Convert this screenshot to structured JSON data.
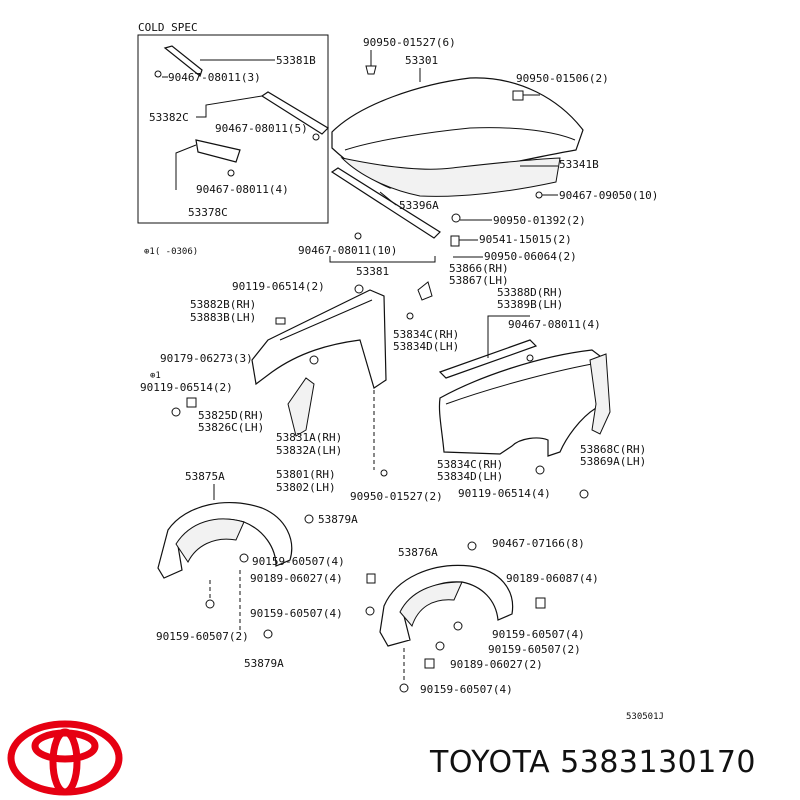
{
  "diagram": {
    "inset_title": "COLD SPEC",
    "note_range": "⊕1(      -0306)",
    "drawing_code": "530501J",
    "labels": {
      "p53381B": "53381B",
      "p90467_08011_3": "90467-08011(3)",
      "p53382C": "53382C",
      "p90467_08011_5": "90467-08011(5)",
      "p90467_08011_4a": "90467-08011(4)",
      "p53378C": "53378C",
      "p90950_01527_6": "90950-01527(6)",
      "p53301": "53301",
      "p90950_01506_2": "90950-01506(2)",
      "p53341B": "53341B",
      "p90467_09050_10": "90467-09050(10)",
      "p53396A": "53396A",
      "p90950_01392_2": "90950-01392(2)",
      "p90467_08011_10": "90467-08011(10)",
      "p90541_15015_2": "90541-15015(2)",
      "p90950_06064_2": "90950-06064(2)",
      "p53381": "53381",
      "p53866_rh": "53866(RH)",
      "p53867_lh": "53867(LH)",
      "p90119_06514_2a": "90119-06514(2)",
      "p53388D_rh": "53388D(RH)",
      "p53389B_lh": "53389B(LH)",
      "p53882B_rh": "53882B(RH)",
      "p53883B_lh": "53883B(LH)",
      "p90467_08011_4b": "90467-08011(4)",
      "p53834C_rh_a": "53834C(RH)",
      "p53834D_lh_a": "53834D(LH)",
      "p90179_06273_3": "90179-06273(3)",
      "note_mark": "⊕1",
      "p90119_06514_2b": "90119-06514(2)",
      "p53825D_rh": "53825D(RH)",
      "p53826C_lh": "53826C(LH)",
      "p53831A_rh": "53831A(RH)",
      "p53832A_lh": "53832A(LH)",
      "p53868C_rh": "53868C(RH)",
      "p53869A_lh": "53869A(LH)",
      "p53834C_rh_b": "53834C(RH)",
      "p53834D_lh_b": "53834D(LH)",
      "p53875A": "53875A",
      "p53801_rh": "53801(RH)",
      "p53802_lh": "53802(LH)",
      "p90119_06514_4": "90119-06514(4)",
      "p90950_01527_2": "90950-01527(2)",
      "p53879A_a": "53879A",
      "p53876A": "53876A",
      "p90467_07166_8": "90467-07166(8)",
      "p90159_60507_4a": "90159-60507(4)",
      "p90189_06027_4a": "90189-06027(4)",
      "p90189_06087_4": "90189-06087(4)",
      "p90159_60507_4b": "90159-60507(4)",
      "p90159_60507_2a": "90159-60507(2)",
      "p90159_60507_4c": "90159-60507(4)",
      "p90159_60507_2b": "90159-60507(2)",
      "p90189_06027_2": "90189-06027(2)",
      "p53879A_b": "53879A",
      "p90159_60507_4d": "90159-60507(4)"
    }
  },
  "brand": {
    "text": "TOYOTA 5383130170",
    "logo_color": "#e60012"
  }
}
